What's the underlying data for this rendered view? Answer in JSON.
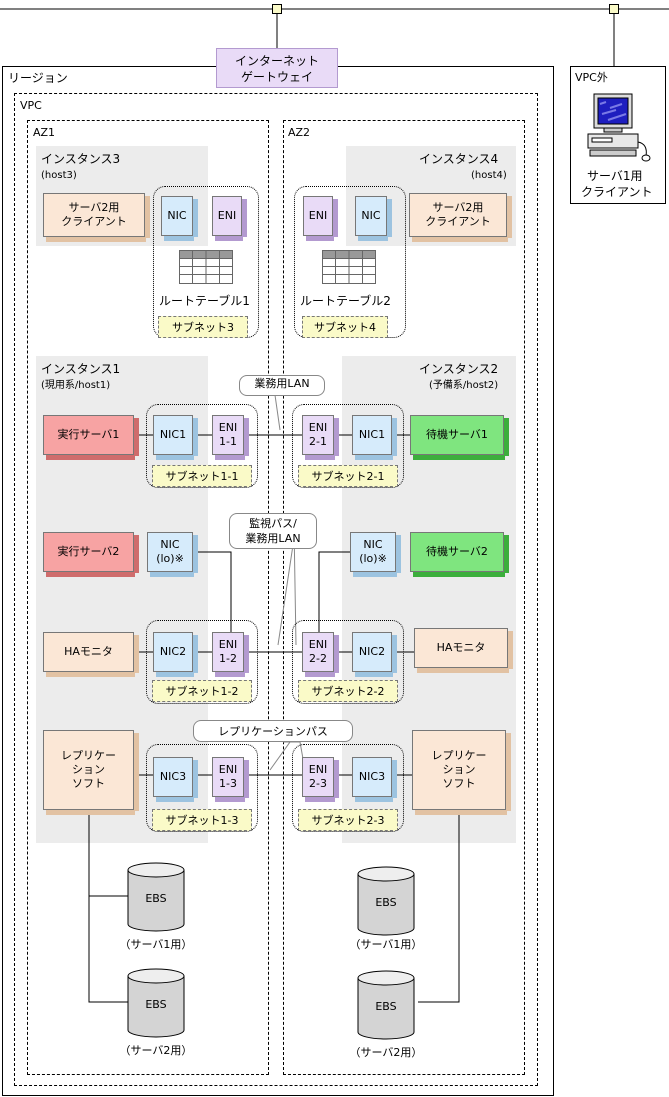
{
  "internet_gateway": {
    "line1": "インターネット",
    "line2": "ゲートウェイ"
  },
  "region_label": "リージョン",
  "vpc_label": "VPC",
  "vpc_outside": {
    "label": "VPC外",
    "client_line1": "サーバ1用",
    "client_line2": "クライアント"
  },
  "az1": {
    "label": "AZ1",
    "instance3": {
      "title": "インスタンス3",
      "host": "(host3)",
      "client_line1": "サーバ2用",
      "client_line2": "クライアント",
      "nic": "NIC",
      "eni": "ENI"
    },
    "route_table": "ルートテーブル1",
    "subnet3": "サブネット3",
    "instance1": {
      "title": "インスタンス1",
      "host": "(現用系/host1)",
      "exec_server1": "実行サーバ1",
      "exec_server2": "実行サーバ2",
      "nic_lo_line1": "NIC",
      "nic_lo_line2": "(lo)※",
      "ha_monitor": "HAモニタ",
      "repl_line1": "レプリケー",
      "repl_line2": "ション",
      "repl_line3": "ソフト"
    },
    "nic1": "NIC1",
    "eni1_1_a": "ENI",
    "eni1_1_b": "1-1",
    "nic2": "NIC2",
    "eni1_2_a": "ENI",
    "eni1_2_b": "1-2",
    "nic3": "NIC3",
    "eni1_3_a": "ENI",
    "eni1_3_b": "1-3",
    "subnet1_1": "サブネット1-1",
    "subnet1_2": "サブネット1-2",
    "subnet1_3": "サブネット1-3",
    "ebs1": {
      "label": "EBS",
      "caption": "（サーバ1用）"
    },
    "ebs2": {
      "label": "EBS",
      "caption": "（サーバ2用）"
    }
  },
  "az2": {
    "label": "AZ2",
    "instance4": {
      "title": "インスタンス4",
      "host": "(host4)",
      "client_line1": "サーバ2用",
      "client_line2": "クライアント",
      "nic": "NIC",
      "eni": "ENI"
    },
    "route_table": "ルートテーブル2",
    "subnet4": "サブネット4",
    "instance2": {
      "title": "インスタンス2",
      "host": "(予備系/host2)",
      "standby_server1": "待機サーバ1",
      "standby_server2": "待機サーバ2",
      "nic_lo_line1": "NIC",
      "nic_lo_line2": "(lo)※",
      "ha_monitor": "HAモニタ",
      "repl_line1": "レプリケー",
      "repl_line2": "ション",
      "repl_line3": "ソフト"
    },
    "nic1": "NIC1",
    "eni2_1_a": "ENI",
    "eni2_1_b": "2-1",
    "nic2": "NIC2",
    "eni2_2_a": "ENI",
    "eni2_2_b": "2-2",
    "nic3": "NIC3",
    "eni2_3_a": "ENI",
    "eni2_3_b": "2-3",
    "subnet2_1": "サブネット2-1",
    "subnet2_2": "サブネット2-2",
    "subnet2_3": "サブネット2-3",
    "ebs1": {
      "label": "EBS",
      "caption": "（サーバ1用）"
    },
    "ebs2": {
      "label": "EBS",
      "caption": "（サーバ2用）"
    }
  },
  "callouts": {
    "business_lan": "業務用LAN",
    "monitor_path_line1": "監視パス/",
    "monitor_path_line2": "業務用LAN",
    "replication_path": "レプリケーションパス"
  }
}
